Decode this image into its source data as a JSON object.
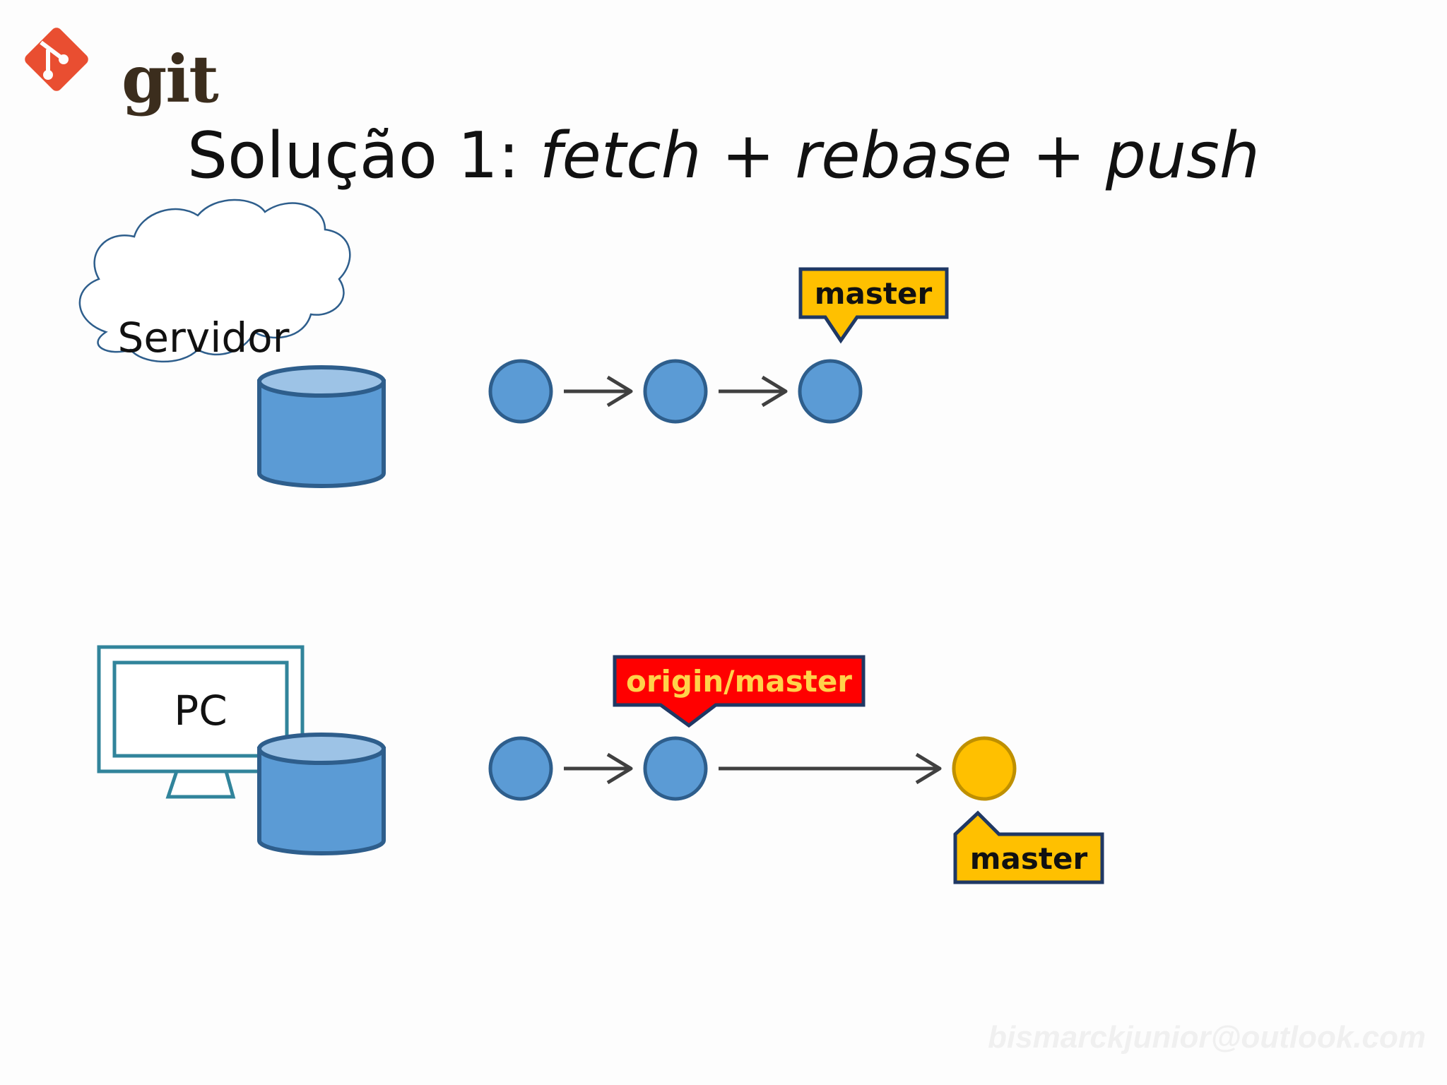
{
  "logo": {
    "text": "git",
    "icon": "git-logo-icon"
  },
  "title": {
    "prefix": "Solução 1",
    "separator": ":",
    "commands": "fetch + rebase + push"
  },
  "server": {
    "label": "Servidor",
    "commits": 3,
    "branch_label": "master"
  },
  "pc": {
    "label": "PC",
    "commits": 3,
    "remote_branch_label": "origin/master",
    "branch_label": "master"
  },
  "colors": {
    "commit_blue": "#5b9bd5",
    "commit_outline": "#2e5e8c",
    "new_commit_yellow": "#ffc000",
    "label_yellow": "#ffc000",
    "label_red": "#ff0000",
    "label_border": "#1f3864",
    "arrow": "#404040",
    "git_red": "#e94e31"
  },
  "watermark": "bismarckjunior@outlook.com"
}
